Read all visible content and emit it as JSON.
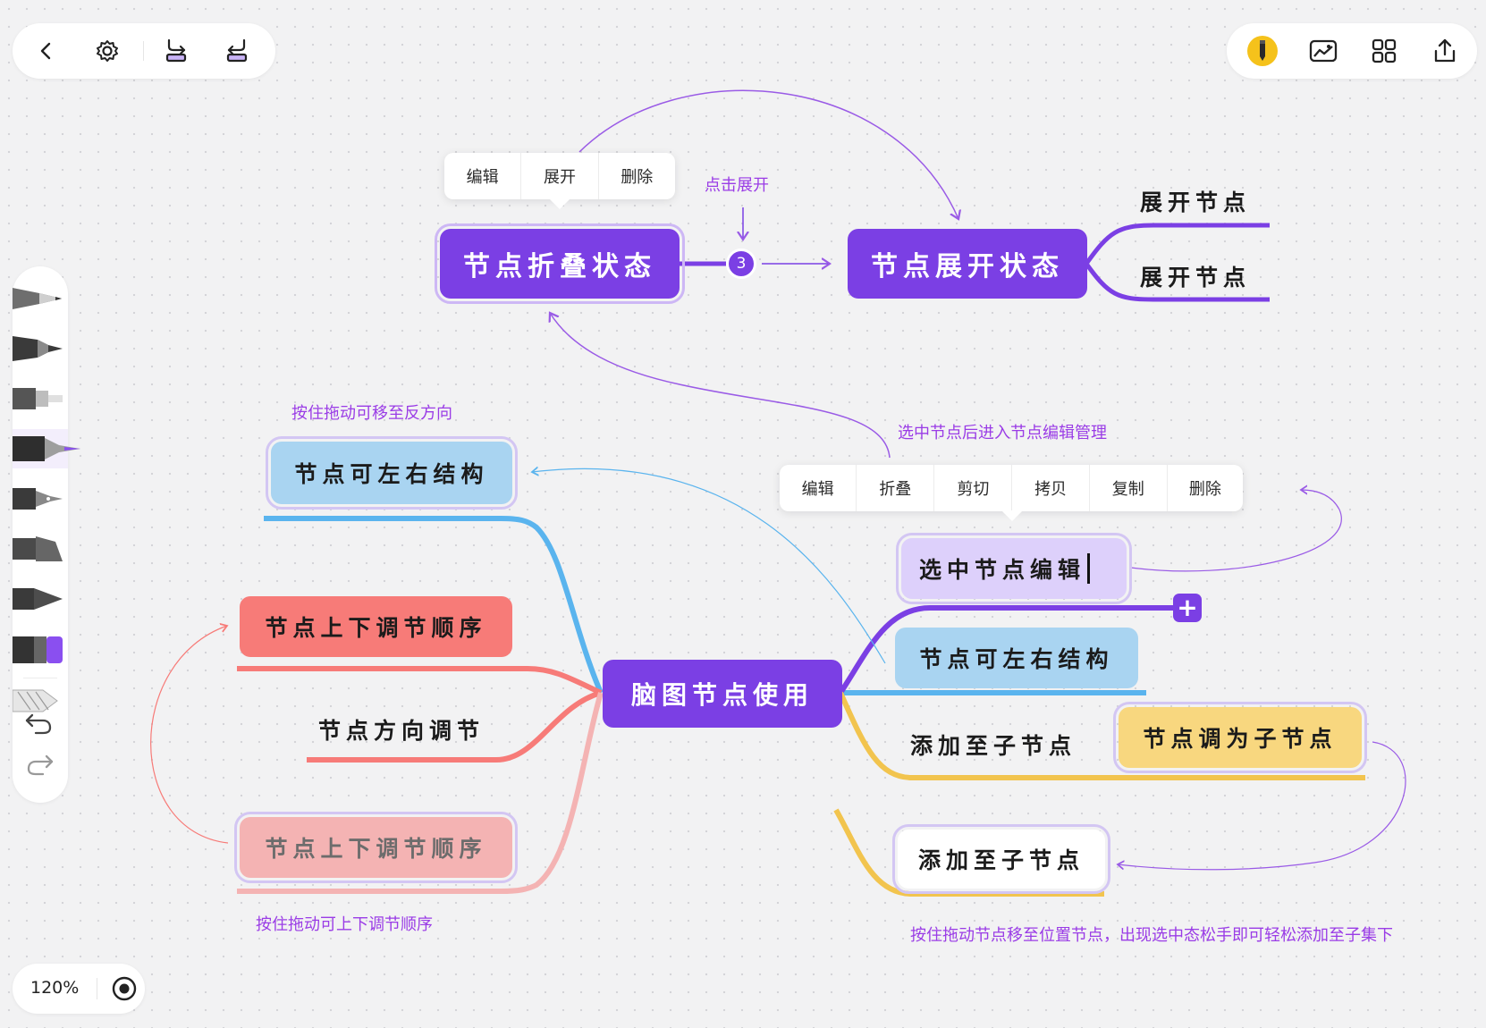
{
  "toolbar_left": {
    "back_icon": "chevron-left-icon",
    "settings_icon": "gear-icon",
    "undo_layout_icon": "layout-left-icon",
    "redo_layout_icon": "layout-right-icon"
  },
  "toolbar_right": {
    "pen_icon": "pen-badge-icon",
    "image_icon": "image-icon",
    "grid_icon": "grid-icon",
    "share_icon": "share-upload-icon"
  },
  "tools": [
    "pencil-tool-icon",
    "marker-tool-icon",
    "brush-tool-icon",
    "fountain-pen-tool-icon",
    "nib-pen-tool-icon",
    "highlighter-tool-icon",
    "chisel-pen-tool-icon",
    "color-swatch-icon",
    "eraser-tool-icon",
    "undo-icon",
    "redo-icon"
  ],
  "zoom": {
    "level": "120%",
    "target_icon": "target-icon"
  },
  "colors": {
    "purple": "#7b3fe4",
    "blue": "#5ab4ee",
    "red": "#f77b78",
    "pink": "#f4b3b3",
    "yellow": "#f2c44e",
    "annotation": "#9a3ce6"
  },
  "menu_top": {
    "items": [
      "编辑",
      "展开",
      "删除"
    ]
  },
  "menu_bottom": {
    "items": [
      "编辑",
      "折叠",
      "剪切",
      "拷贝",
      "复制",
      "删除"
    ]
  },
  "annotations": {
    "click_expand": "点击展开",
    "drag_opposite": "按住拖动可移至反方向",
    "select_edit": "选中节点后进入节点编辑管理",
    "drag_order": "按住拖动可上下调节顺序",
    "drag_child": "按住拖动节点移至位置节点，出现选中态松手即可轻松添加至子集下"
  },
  "nodes": {
    "collapsed": "节点折叠状态",
    "badge": "3",
    "expanded": "节点展开状态",
    "expand_child_1": "展开节点",
    "expand_child_2": "展开节点",
    "root": "脑图节点使用",
    "left_right_left": "节点可左右结构",
    "up_down": "节点上下调节顺序",
    "direction": "节点方向调节",
    "up_down_ghost": "节点上下调节顺序",
    "editing": "选中节点编辑",
    "left_right_right": "节点可左右结构",
    "add_child": "添加至子节点",
    "adjust_child": "节点调为子节点",
    "add_child_ghost": "添加至子节点"
  }
}
